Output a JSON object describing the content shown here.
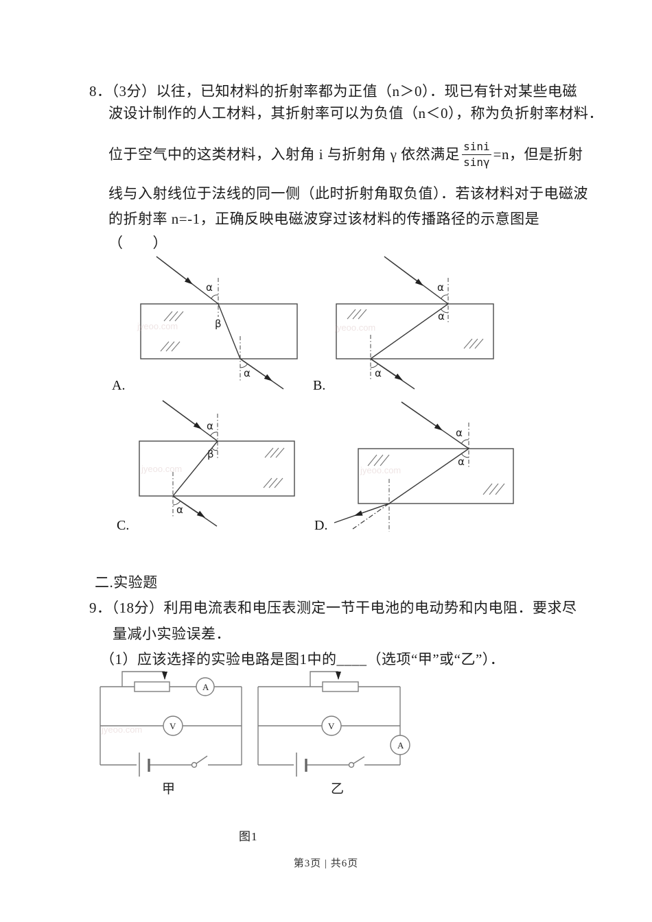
{
  "doc": {
    "question8": {
      "line1": "8．（3分）以往，已知材料的折射率都为正值（n＞0）．现已有针对某些电磁",
      "line2": "波设计制作的人工材料，其折射率可以为负值（n＜0），称为负折射率材料．",
      "line3_prefix": "位于空气中的这类材料，入射角 i 与折射角 γ 依然满足",
      "formula": {
        "numerator": "sini",
        "denominator": "sinγ",
        "suffix": "=n，但是折射"
      },
      "line4": "线与入射线位于法线的同一侧（此时折射角取负值）．若该材料对于电磁波",
      "line5": "的折射率 n=-1，正确反映电磁波穿过该材料的传播路径的示意图是",
      "line6": "（　　）",
      "angle_alpha": "α",
      "angle_beta": "β",
      "option_a": "A.",
      "option_b": "B.",
      "option_c": "C.",
      "option_d": "D."
    },
    "section2_title": "二.实验题",
    "question9": {
      "line1": "9．（18分）利用电流表和电压表测定一节干电池的电动势和内电阻．要求尽",
      "line2": "量减小实验误差．",
      "part1": "（1）应该选择的实验电路是图1中的____（选项“甲”或“乙”）．"
    },
    "figure1": {
      "caption": "图1",
      "ammeter_label": "A",
      "voltmeter_label": "V",
      "left_circuit_label": "甲",
      "right_circuit_label": "乙"
    },
    "footer": "第3页 | 共6页",
    "watermark": "jyeoo.com"
  }
}
